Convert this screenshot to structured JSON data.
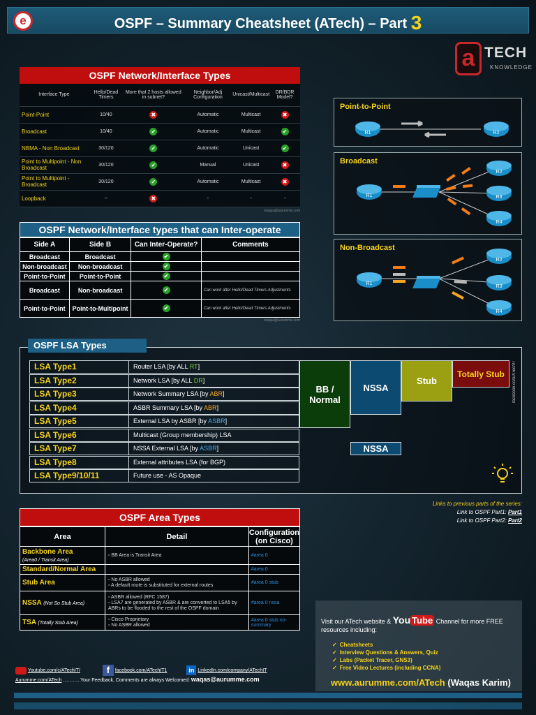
{
  "header": {
    "title": "OSPF – Summary Cheatsheet (ATech) – Part",
    "part_number": "3"
  },
  "logo": {
    "letter": "a",
    "tech": "TECH",
    "knowledge": "KNOWLEDGE"
  },
  "net_types": {
    "title": "OSPF Network/Interface Types",
    "headers": [
      "Interface Type",
      "Hello/Dead Timers",
      "More that 2 hosts allowed in subnet?",
      "Neighbor/Adj Configuration",
      "Unicast/Multicast",
      "DR/BDR Model?"
    ],
    "rows": [
      {
        "name": "Point-Point",
        "timers": "10/40",
        "hosts": false,
        "config": "Automatic",
        "cast": "Multicast",
        "dr": false
      },
      {
        "name": "Broadcast",
        "timers": "10/40",
        "hosts": true,
        "config": "Automatic",
        "cast": "Multicast",
        "dr": true
      },
      {
        "name": "NBMA - Non Broadcast",
        "timers": "30/120",
        "hosts": true,
        "config": "Automatic",
        "cast": "Unicast",
        "dr": true
      },
      {
        "name": "Point to Multipoint - Non Broadcast",
        "timers": "30/120",
        "hosts": true,
        "config": "Manual",
        "cast": "Unicast",
        "dr": false
      },
      {
        "name": "Point to Multipoint - Broadcast",
        "timers": "30/120",
        "hosts": true,
        "config": "Automatic",
        "cast": "Multicast",
        "dr": false
      },
      {
        "name": "Loopback",
        "timers": "--",
        "hosts": false,
        "config": "-",
        "cast": "-",
        "dr": null
      }
    ],
    "watermark": "waqas@aurumme.com"
  },
  "interop": {
    "title": "OSPF Network/Interface types that can Inter-operate",
    "headers": [
      "Side A",
      "Side B",
      "Can Inter-Operate?",
      "Comments"
    ],
    "rows": [
      {
        "a": "Broadcast",
        "b": "Broadcast",
        "comment": ""
      },
      {
        "a": "Non-broadcast",
        "b": "Non-broadcast",
        "comment": ""
      },
      {
        "a": "Point-to-Point",
        "b": "Point-to-Point",
        "comment": ""
      },
      {
        "a": "Broadcast",
        "b": "Non-broadcast",
        "comment": "Can work after Hello/Dead Timers Adjustments"
      },
      {
        "a": "Point-to-Point",
        "b": "Point-to-Multipoint",
        "comment": "Can work after Hello/Dead Timers Adjustments"
      }
    ],
    "watermark": "waqas@aurumme.com"
  },
  "diagrams": [
    {
      "title": "Point-to-Point",
      "routers": [
        "R1",
        "R2"
      ]
    },
    {
      "title": "Broadcast",
      "routers": [
        "R1",
        "R2",
        "R3",
        "R4"
      ]
    },
    {
      "title": "Non-Broadcast",
      "routers": [
        "R1",
        "R2",
        "R3",
        "R4"
      ]
    }
  ],
  "lsa": {
    "title": "OSPF LSA Types",
    "rows": [
      {
        "k": "LSA Type1",
        "pre": "Router LSA [by ALL ",
        "hl": "RT",
        "post": "]",
        "c": "g"
      },
      {
        "k": "LSA Type2",
        "pre": "Network LSA [by ALL ",
        "hl": "DR",
        "post": "]",
        "c": "g"
      },
      {
        "k": "LSA Type3",
        "pre": "Network Summary LSA [by ",
        "hl": "ABR",
        "post": "]",
        "c": "o"
      },
      {
        "k": "LSA Type4",
        "pre": "ASBR Summary LSA [by ",
        "hl": "ABR",
        "post": "]",
        "c": "o"
      },
      {
        "k": "LSA Type5",
        "pre": "External LSA by ASBR [by ",
        "hl": "ASBR",
        "post": "]",
        "c": "b"
      },
      {
        "k": "LSA Type6",
        "pre": "Multicast (Group membership) LSA",
        "hl": "",
        "post": "",
        "c": "g"
      },
      {
        "k": "LSA Type7",
        "pre": "NSSA External LSA [by ",
        "hl": "ASBR",
        "post": "]",
        "c": "b"
      },
      {
        "k": "LSA Type8",
        "pre": "External attributes LSA (for BGP)",
        "hl": "",
        "post": "",
        "c": "g"
      },
      {
        "k": "LSA Type9/10/11",
        "pre": "Future use - AS Opaque",
        "hl": "",
        "post": "",
        "c": "g"
      }
    ],
    "areas": {
      "bb": "BB / Normal",
      "nssa": "NSSA",
      "stub": "Stub",
      "tstub": "Totally Stub",
      "nssa2": "NSSA"
    },
    "side": "facebook.com/ATechIT",
    "colors": {
      "bb": "#0b3d0b",
      "nssa": "#0c4a72",
      "stub": "#9aa012",
      "tstub": "#7a0c0c"
    }
  },
  "areas": {
    "title": "OSPF Area Types",
    "headers": [
      "Area",
      "Detail",
      "Configuration (on Cisco)"
    ],
    "rows": [
      {
        "name": "Backbone Area",
        "sub": "(Area0 / Transit Area)",
        "detail": [
          "BB Area is Transit Area"
        ],
        "cfg": "#area 0"
      },
      {
        "name": "Standard/Normal Area",
        "sub": "",
        "detail": [],
        "cfg": "#area 0"
      },
      {
        "name": "Stub Area",
        "sub": "",
        "detail": [
          "No ASBR allowed",
          "A default route is substituted for external routes"
        ],
        "cfg": "#area 0 stub"
      },
      {
        "name": "NSSA",
        "sub": "(Not So Stub Area)",
        "detail": [
          "ASBR allowed (RFC 1587)",
          "LSA7 are generated by ASBR & are converted to LSA5 by ABRs to be flooded to the rest of the OSPF domain"
        ],
        "cfg": "#area 0 nssa"
      },
      {
        "name": "TSA",
        "sub": "(Totally Stub Area)",
        "detail": [
          "Cisco Proprietary",
          "No ASBR allowed"
        ],
        "cfg": "#area 0 stub no-summary"
      }
    ]
  },
  "links": {
    "heading": "Links to previous parts of the series:",
    "p1_label": "Link to OSPF Part1:",
    "p1": "Part1",
    "p2_label": "Link to OSPF Part2:",
    "p2": "Part2"
  },
  "promo": {
    "intro1": "Visit our ATech website &",
    "you": "You",
    "tube": "Tube",
    "intro2": "Channel for more FREE resources including:",
    "items": [
      "Cheatsheets",
      "Interview Questions & Answers, Quiz",
      "Labs (Packet Tracer, GNS3)",
      "Free Video Lectures (including CCNA)"
    ],
    "site": "www.aurumme.com/ATech",
    "author": "(Waqas Karim)"
  },
  "social": {
    "youtube": "Youtube.com/c/ATechIT/",
    "facebook": "facebook.com/ATechIT1",
    "linkedin": "LinkedIn.com/company/ATechIT"
  },
  "footer": {
    "site": "Aurumme.com/ATech",
    "dots": "……….",
    "feedback": "Your Feedback, Comments are always Welcomed:",
    "email": "waqas@aurumme.com"
  }
}
